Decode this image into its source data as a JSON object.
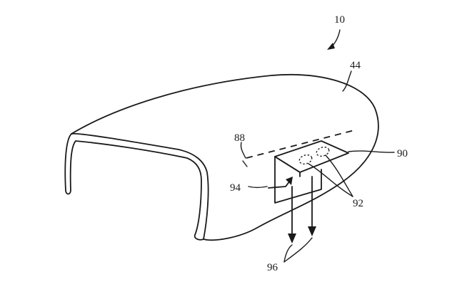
{
  "labels": {
    "figure_ref": "10",
    "housing": "44",
    "axis": "88",
    "sensor": "90",
    "windows": "92",
    "input_light": "94",
    "output_light": "96"
  },
  "background": "#ffffff",
  "ink": "#1a1a1a"
}
